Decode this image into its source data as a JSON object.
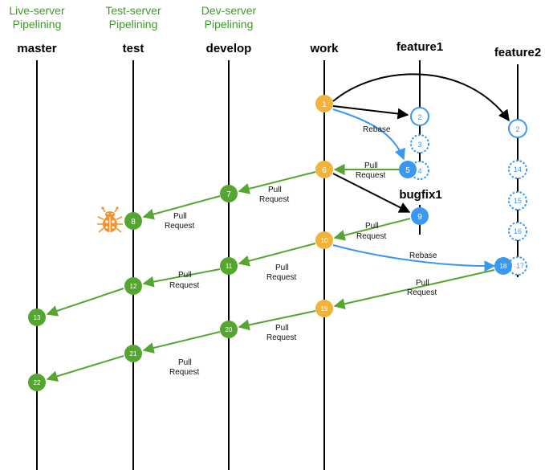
{
  "pipelines": {
    "live": [
      "Live-server",
      "Pipelining"
    ],
    "test": [
      "Test-server",
      "Pipelining"
    ],
    "dev": [
      "Dev-server",
      "Pipelining"
    ]
  },
  "branches": {
    "master": "master",
    "test": "test",
    "develop": "develop",
    "work": "work",
    "feature1": "feature1",
    "feature2": "feature2",
    "bugfix1": "bugfix1"
  },
  "labels": {
    "rebase": "Rebase",
    "pull": "Pull",
    "request": "Request"
  },
  "commits": {
    "c1": "1",
    "c2a": "2",
    "c2b": "2",
    "c3": "3",
    "c4": "4",
    "c5": "5",
    "c6": "6",
    "c7": "7",
    "c8": "8",
    "c9": "9",
    "c10": "10",
    "c11": "11",
    "c12": "12",
    "c13": "13",
    "c14": "14",
    "c15": "15",
    "c16": "16",
    "c17": "17",
    "c18": "18",
    "c19": "19",
    "c20": "20",
    "c21": "21",
    "c22": "22"
  },
  "colors": {
    "work": "#f2b33d",
    "green": "#55a630",
    "blue": "#3b98f0",
    "bug": "#f0922d"
  },
  "icons": {
    "bug": "bug-icon"
  }
}
